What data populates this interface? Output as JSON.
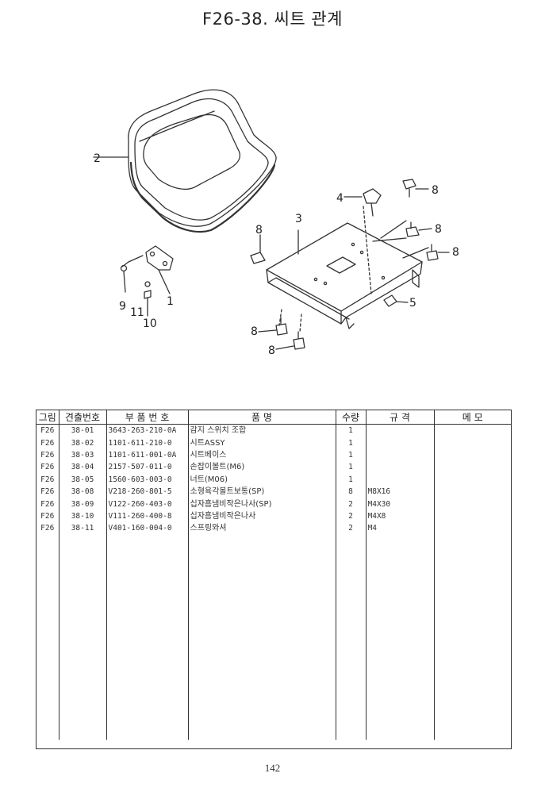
{
  "page": {
    "title": "F26-38. 씨트 관계",
    "page_number": "142"
  },
  "callouts": {
    "c1": "1",
    "c2": "2",
    "c3": "3",
    "c4": "4",
    "c5": "5",
    "c8a": "8",
    "c8b": "8",
    "c8c": "8",
    "c8d": "8",
    "c8e": "8",
    "c8f": "8",
    "c9": "9",
    "c10": "10",
    "c11": "11"
  },
  "table": {
    "headers": [
      "그림",
      "견출번호",
      "부 품 번 호",
      "품            명",
      "수량",
      "규      격",
      "메      모"
    ],
    "rows": [
      {
        "fig": "F26",
        "ref": "38-01",
        "part_no": "3643-263-210-0A",
        "name": "감지 스위치 조합",
        "qty": "1",
        "spec": "",
        "memo": ""
      },
      {
        "fig": "F26",
        "ref": "38-02",
        "part_no": "1101-611-210-0",
        "name": "시트ASSY",
        "qty": "1",
        "spec": "",
        "memo": ""
      },
      {
        "fig": "F26",
        "ref": "38-03",
        "part_no": "1101-611-001-0A",
        "name": "시트베이스",
        "qty": "1",
        "spec": "",
        "memo": ""
      },
      {
        "fig": "F26",
        "ref": "38-04",
        "part_no": "2157-507-011-0",
        "name": "손잡이볼트(M6)",
        "qty": "1",
        "spec": "",
        "memo": ""
      },
      {
        "fig": "F26",
        "ref": "38-05",
        "part_no": "1560-603-003-0",
        "name": "너트(M06)",
        "qty": "1",
        "spec": "",
        "memo": ""
      },
      {
        "fig": "F26",
        "ref": "38-08",
        "part_no": "V218-260-801-5",
        "name": "소형육각볼트보통(SP)",
        "qty": "8",
        "spec": "M8X16",
        "memo": ""
      },
      {
        "fig": "F26",
        "ref": "38-09",
        "part_no": "V122-260-403-0",
        "name": "십자흠냄비작은나사(SP)",
        "qty": "2",
        "spec": "M4X30",
        "memo": ""
      },
      {
        "fig": "F26",
        "ref": "38-10",
        "part_no": "V111-260-400-8",
        "name": "십자흠냄비작은나사",
        "qty": "2",
        "spec": "M4X8",
        "memo": ""
      },
      {
        "fig": "F26",
        "ref": "38-11",
        "part_no": "V401-160-004-0",
        "name": "스프링와셔",
        "qty": "2",
        "spec": "M4",
        "memo": ""
      }
    ]
  }
}
